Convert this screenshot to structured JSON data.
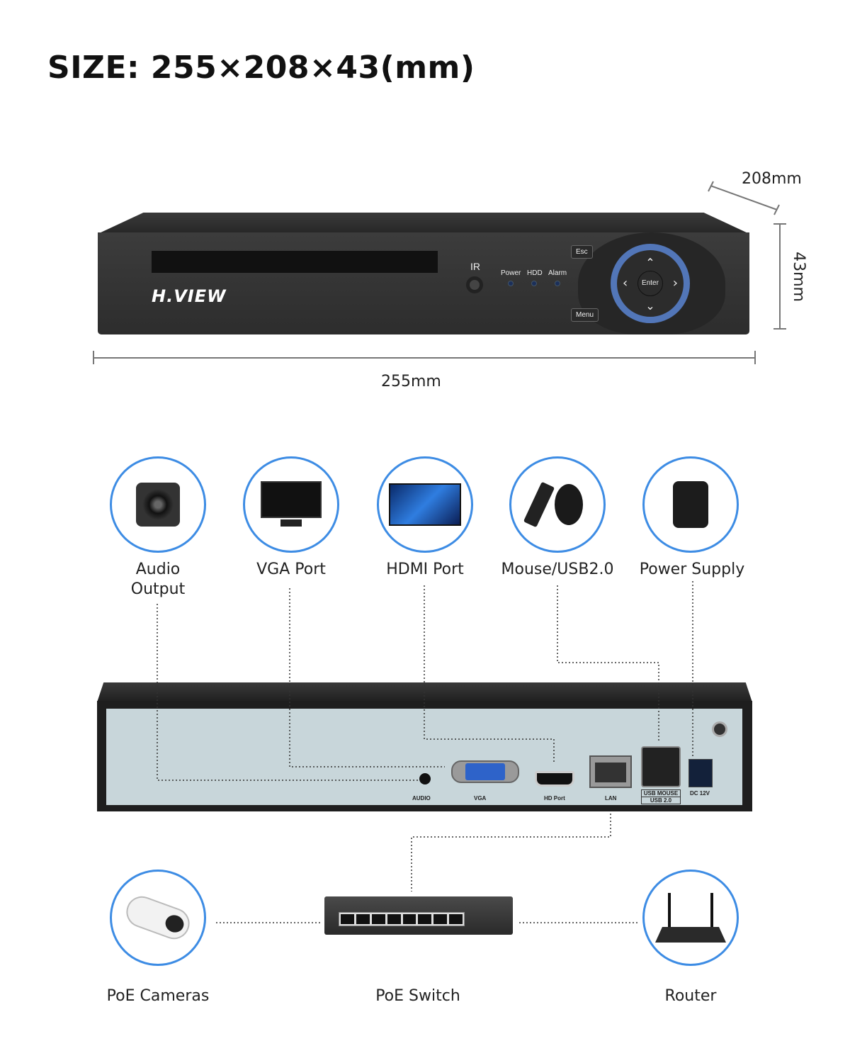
{
  "title": "SIZE: 255×208×43(mm)",
  "dimensions": {
    "depth": "208mm",
    "height": "43mm",
    "width": "255mm"
  },
  "front_panel": {
    "brand": "H.VIEW",
    "ir": "IR",
    "leds": [
      "Power",
      "HDD",
      "Alarm"
    ],
    "buttons": {
      "esc": "Esc",
      "menu": "Menu",
      "enter": "Enter"
    }
  },
  "devices": [
    {
      "label": "Audio Output",
      "line1": "Audio",
      "line2": "Output"
    },
    {
      "label": "VGA Port"
    },
    {
      "label": "HDMI Port"
    },
    {
      "label": "Mouse/USB2.0"
    },
    {
      "label": "Power Supply"
    }
  ],
  "rear_ports": {
    "audio": "AUDIO",
    "vga": "VGA",
    "hd": "HD Port",
    "lan": "LAN",
    "usb1": "USB MOUSE",
    "usb2": "USB 2.0",
    "dc": "DC 12V"
  },
  "network": {
    "cameras": "PoE Cameras",
    "switch": "PoE Switch",
    "router": "Router"
  },
  "colors": {
    "accent": "#3d8ce4",
    "panel": "#c8d6da",
    "device": "#2b2b2b"
  }
}
